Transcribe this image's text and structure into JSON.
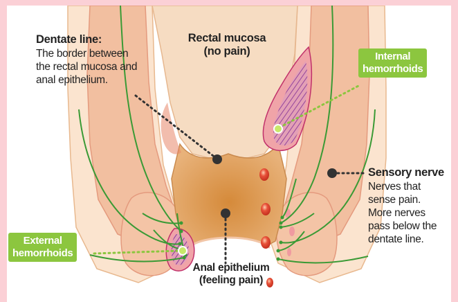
{
  "labels": {
    "dentate_title": "Dentate line:",
    "dentate_desc": [
      "The border between",
      "the rectal mucosa and",
      "anal epithelium."
    ],
    "rectal_mucosa": [
      "Rectal mucosa",
      "(no pain)"
    ],
    "internal_hemorrhoids": [
      "Internal",
      "hemorrhoids"
    ],
    "sensory_title": "Sensory nerve",
    "sensory_desc": [
      "Nerves that",
      "sense pain.",
      "More nerves",
      "pass below the",
      "dentate line."
    ],
    "external_hemorrhoids": [
      "External",
      "hemorrhoids"
    ],
    "anal_epithelium": [
      "Anal epithelium",
      "(feeling pain)"
    ]
  },
  "colors": {
    "page_border": "#fbd0d6",
    "tissue": "#f4c6a8",
    "mucosa": "#f7e3cd",
    "canal": "#d99a4c",
    "nerve": "#3a9a35",
    "badge": "#8cc63f",
    "hemorrhoid": "#c0306a",
    "blood": "#e04a2a"
  }
}
